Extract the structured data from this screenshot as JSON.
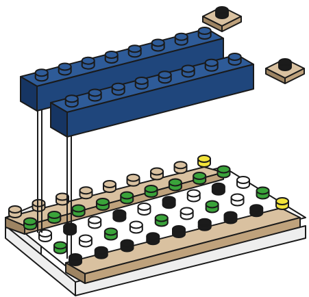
{
  "colors": {
    "outline": "#1a1a1a",
    "blue_top": "#2e5b98",
    "blue_front": "#1f467c",
    "blue_side": "#163563",
    "tan_top": "#d9c1a0",
    "tan_front": "#bfa27c",
    "tan_side": "#9e8462",
    "white_top": "#ffffff",
    "white_front": "#eeeeee",
    "green_stud": "#3aa33a",
    "black_stud": "#1b1b1b",
    "white_stud": "#ffffff",
    "yellow_stud": "#f2e33a",
    "rod": "#1a1a1a"
  },
  "scene": {
    "upper_parts": [
      "blue-plate-1x8-back",
      "blue-plate-1x8-front",
      "tan-plate-1x1",
      "tan-plate-1x1"
    ],
    "lower_parts": [
      "white-base-plate",
      "tan-plate-1x8",
      "tan-plate-1x8"
    ],
    "callout": "assembly-guide-lines"
  }
}
